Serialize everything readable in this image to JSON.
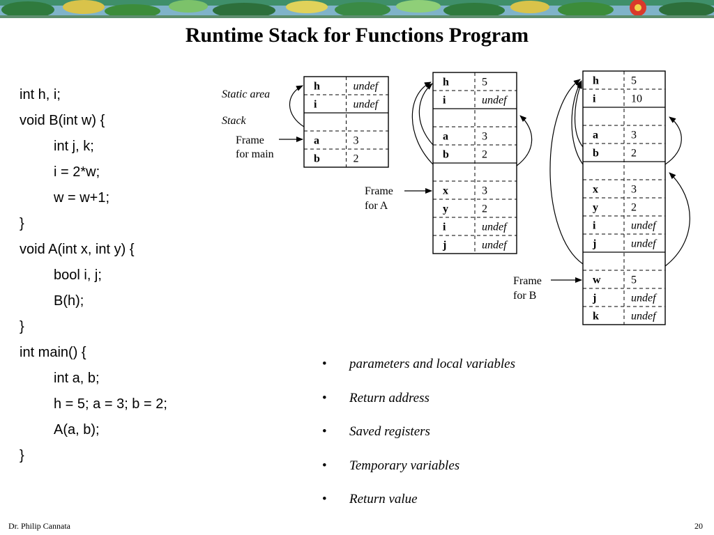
{
  "title": "Runtime Stack for Functions Program",
  "code": [
    {
      "text": "int h, i;",
      "indent": false
    },
    {
      "text": "void B(int w) {",
      "indent": false
    },
    {
      "text": "int j, k;",
      "indent": true
    },
    {
      "text": "i = 2*w;",
      "indent": true
    },
    {
      "text": "w = w+1;",
      "indent": true
    },
    {
      "text": "}",
      "indent": false
    },
    {
      "text": "void A(int x, int y) {",
      "indent": false
    },
    {
      "text": "bool i, j;",
      "indent": true
    },
    {
      "text": "B(h);",
      "indent": true
    },
    {
      "text": "}",
      "indent": false
    },
    {
      "text": "int main() {",
      "indent": false
    },
    {
      "text": "int a, b;",
      "indent": true
    },
    {
      "text": "h = 5; a = 3; b = 2;",
      "indent": true
    },
    {
      "text": "A(a, b);",
      "indent": true
    },
    {
      "text": "}",
      "indent": false
    }
  ],
  "diagram": {
    "labels": {
      "static_area": "Static area",
      "stack": "Stack",
      "frame_main_line1": "Frame",
      "frame_main_line2": "for main",
      "frame_a_line1": "Frame",
      "frame_a_line2": "for A",
      "frame_b_line1": "Frame",
      "frame_b_line2": "for B"
    },
    "stack1": [
      {
        "var": "h",
        "val": "undef"
      },
      {
        "var": "i",
        "val": "undef"
      },
      {
        "var": "",
        "val": ""
      },
      {
        "var": "a",
        "val": "3"
      },
      {
        "var": "b",
        "val": "2"
      }
    ],
    "stack2": [
      {
        "var": "h",
        "val": "5"
      },
      {
        "var": "i",
        "val": "undef"
      },
      {
        "var": "",
        "val": ""
      },
      {
        "var": "a",
        "val": "3"
      },
      {
        "var": "b",
        "val": "2"
      },
      {
        "var": "",
        "val": ""
      },
      {
        "var": "x",
        "val": "3"
      },
      {
        "var": "y",
        "val": "2"
      },
      {
        "var": "i",
        "val": "undef"
      },
      {
        "var": "j",
        "val": "undef"
      }
    ],
    "stack3": [
      {
        "var": "h",
        "val": "5"
      },
      {
        "var": "i",
        "val": "10"
      },
      {
        "var": "",
        "val": ""
      },
      {
        "var": "a",
        "val": "3"
      },
      {
        "var": "b",
        "val": "2"
      },
      {
        "var": "",
        "val": ""
      },
      {
        "var": "x",
        "val": "3"
      },
      {
        "var": "y",
        "val": "2"
      },
      {
        "var": "i",
        "val": "undef"
      },
      {
        "var": "j",
        "val": "undef"
      },
      {
        "var": "",
        "val": ""
      },
      {
        "var": "w",
        "val": "5"
      },
      {
        "var": "j",
        "val": "undef"
      },
      {
        "var": "k",
        "val": "undef"
      }
    ]
  },
  "bullets": [
    "parameters and local variables",
    "Return address",
    "Saved registers",
    "Temporary variables",
    "Return value"
  ],
  "footer": {
    "author": "Dr. Philip Cannata",
    "page": "20"
  }
}
